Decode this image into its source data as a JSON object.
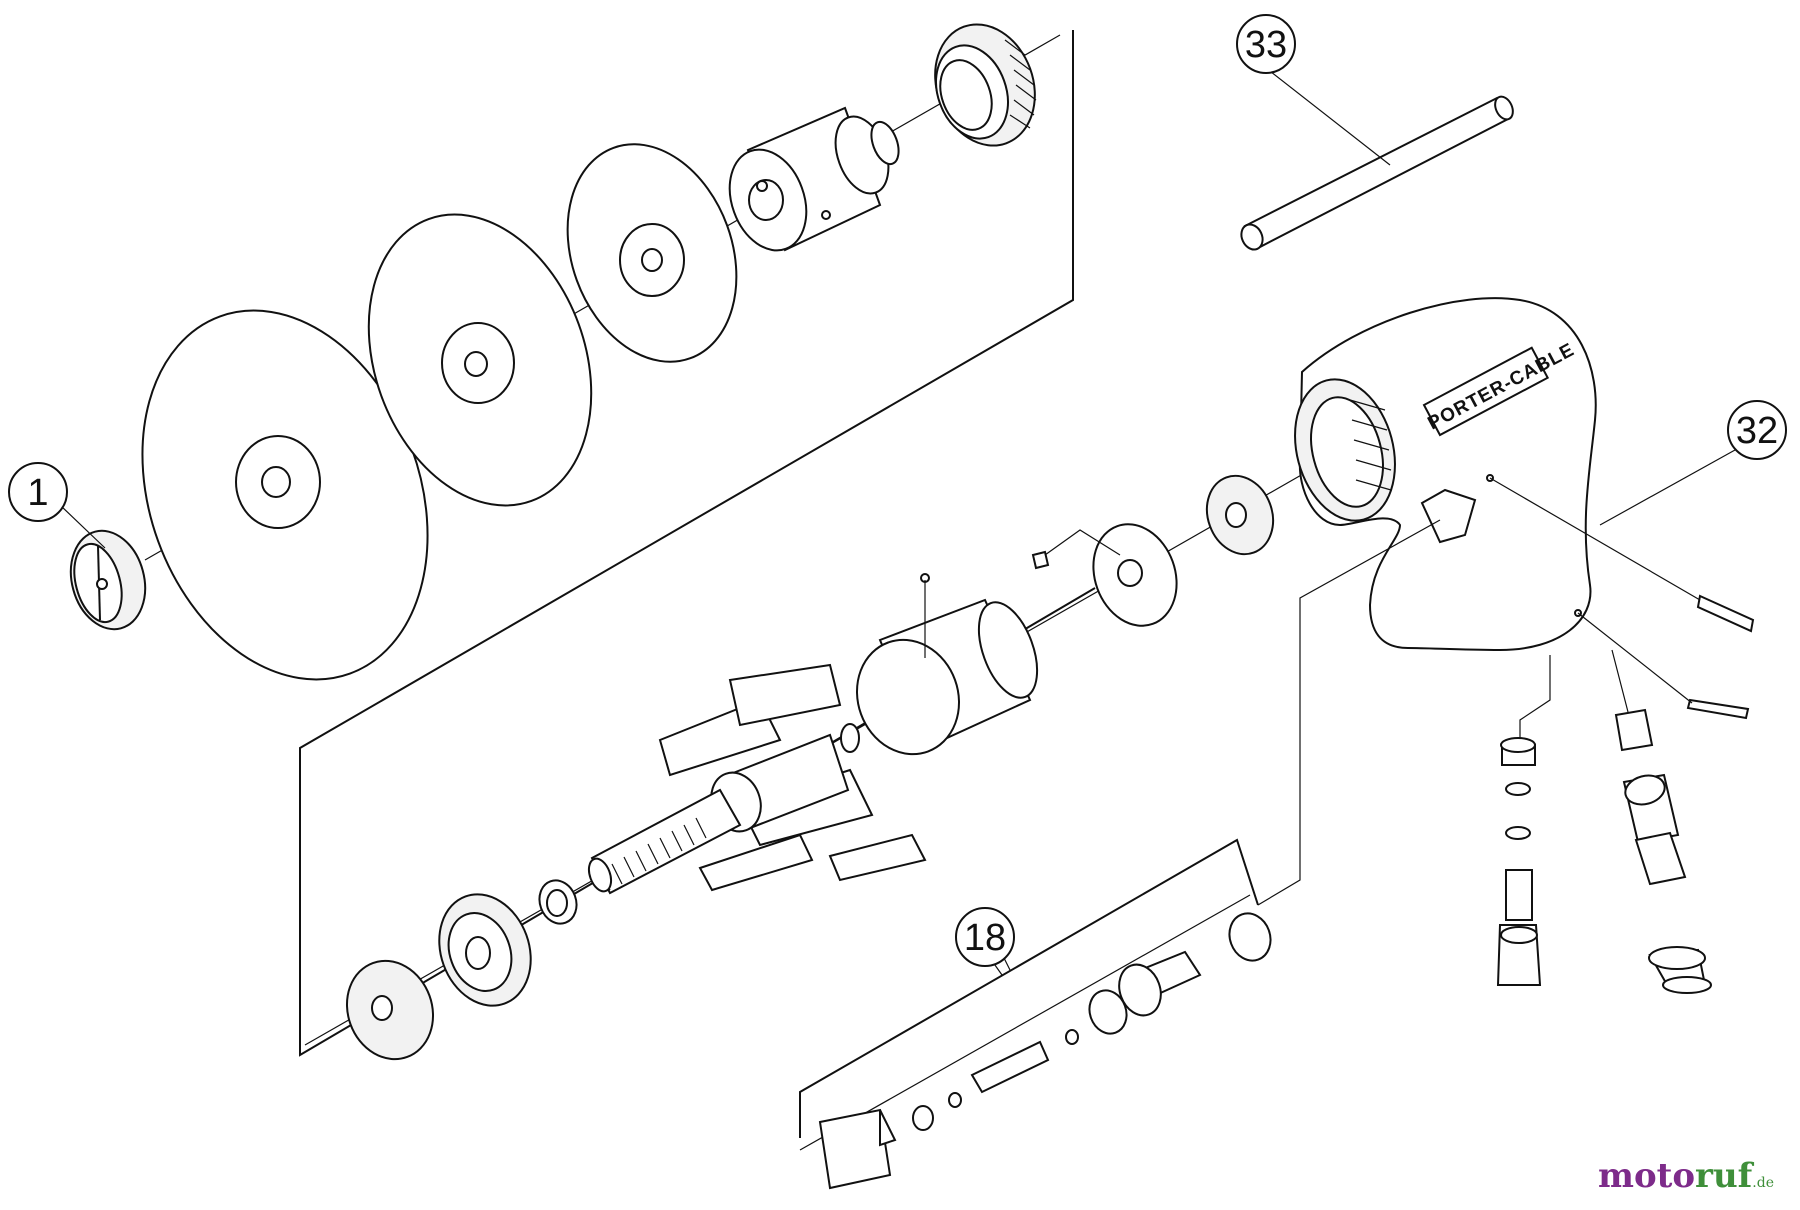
{
  "callouts": [
    "1",
    "18",
    "32",
    "33"
  ],
  "brand_label": "PORTER-CABLE",
  "watermark": {
    "main_a": "moto",
    "main_b": "ruf",
    "suffix": ".de"
  }
}
